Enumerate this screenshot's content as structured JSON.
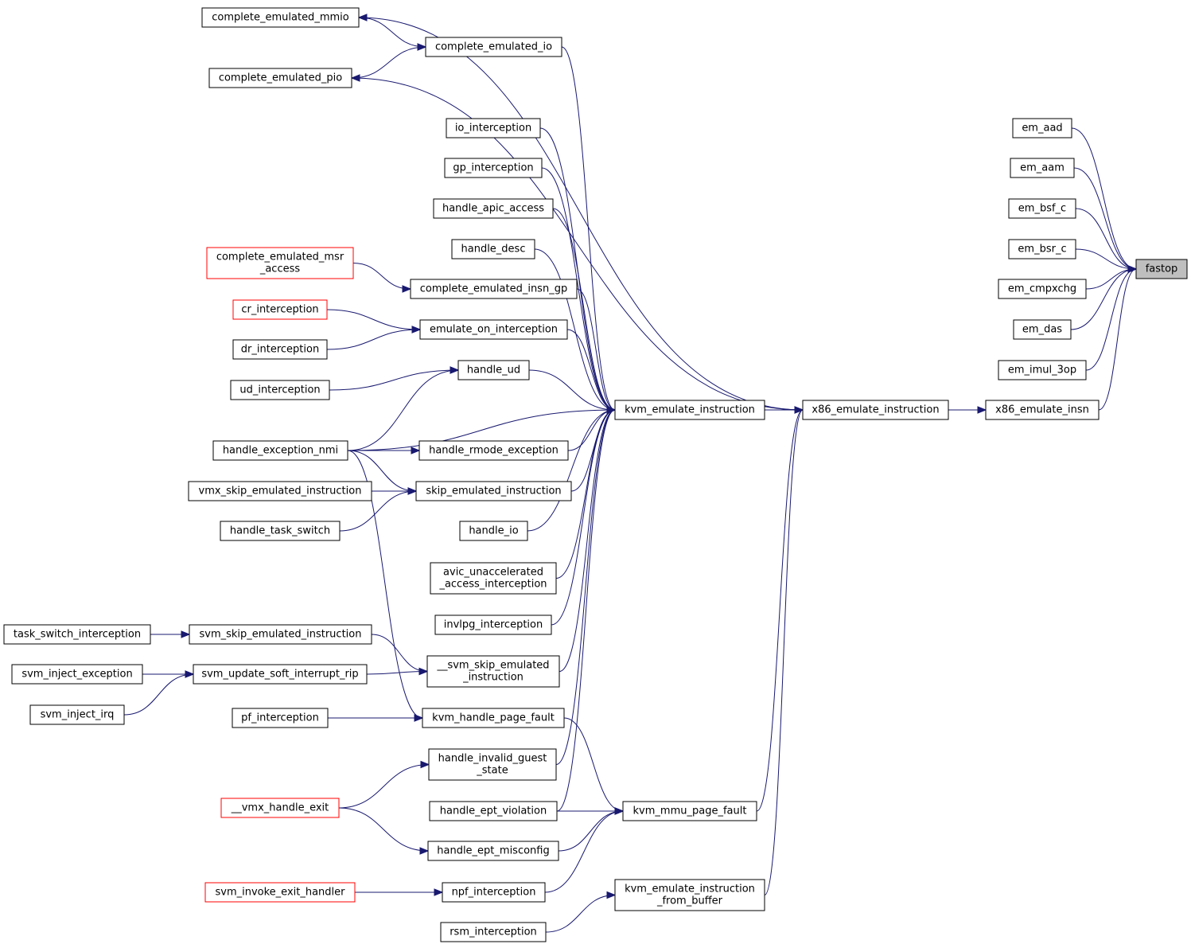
{
  "colors": {
    "edge": "#191970",
    "node_border": "#000000",
    "truncated_border": "#ff0000",
    "focus_fill": "#bfbfbf"
  },
  "nodes": {
    "fastop": {
      "label": "fastop",
      "style": "focus"
    },
    "em_aad": {
      "label": "em_aad"
    },
    "em_aam": {
      "label": "em_aam"
    },
    "em_bsf_c": {
      "label": "em_bsf_c"
    },
    "em_bsr_c": {
      "label": "em_bsr_c"
    },
    "em_cmpxchg": {
      "label": "em_cmpxchg"
    },
    "em_das": {
      "label": "em_das"
    },
    "em_imul_3op": {
      "label": "em_imul_3op"
    },
    "x86_emulate_insn": {
      "label": "x86_emulate_insn"
    },
    "x86_emulate_instruction": {
      "label": "x86_emulate_instruction"
    },
    "kvm_emulate_instruction": {
      "label": "kvm_emulate_instruction"
    },
    "complete_emulated_mmio": {
      "label": "complete_emulated_mmio"
    },
    "complete_emulated_io": {
      "label": "complete_emulated_io"
    },
    "complete_emulated_pio": {
      "label": "complete_emulated_pio"
    },
    "io_interception": {
      "label": "io_interception"
    },
    "gp_interception": {
      "label": "gp_interception"
    },
    "handle_apic_access": {
      "label": "handle_apic_access"
    },
    "handle_desc": {
      "label": "handle_desc"
    },
    "complete_emulated_msr_access": {
      "label": [
        "complete_emulated_msr",
        "_access"
      ],
      "style": "truncated"
    },
    "complete_emulated_insn_gp": {
      "label": "complete_emulated_insn_gp"
    },
    "cr_interception": {
      "label": "cr_interception",
      "style": "truncated"
    },
    "emulate_on_interception": {
      "label": "emulate_on_interception"
    },
    "dr_interception": {
      "label": "dr_interception"
    },
    "handle_ud": {
      "label": "handle_ud"
    },
    "ud_interception": {
      "label": "ud_interception"
    },
    "handle_exception_nmi": {
      "label": "handle_exception_nmi"
    },
    "handle_rmode_exception": {
      "label": "handle_rmode_exception"
    },
    "vmx_skip_emulated_instruction": {
      "label": "vmx_skip_emulated_instruction"
    },
    "skip_emulated_instruction": {
      "label": "skip_emulated_instruction"
    },
    "handle_task_switch": {
      "label": "handle_task_switch"
    },
    "handle_io": {
      "label": "handle_io"
    },
    "avic_unaccelerated_access_interception": {
      "label": [
        "avic_unaccelerated",
        "_access_interception"
      ]
    },
    "invlpg_interception": {
      "label": "invlpg_interception"
    },
    "task_switch_interception": {
      "label": "task_switch_interception"
    },
    "svm_skip_emulated_instruction": {
      "label": "svm_skip_emulated_instruction"
    },
    "__svm_skip_emulated_instruction": {
      "label": [
        "__svm_skip_emulated",
        "_instruction"
      ]
    },
    "svm_inject_exception": {
      "label": "svm_inject_exception"
    },
    "svm_update_soft_interrupt_rip": {
      "label": "svm_update_soft_interrupt_rip"
    },
    "svm_inject_irq": {
      "label": "svm_inject_irq"
    },
    "pf_interception": {
      "label": "pf_interception"
    },
    "kvm_handle_page_fault": {
      "label": "kvm_handle_page_fault"
    },
    "handle_invalid_guest_state": {
      "label": [
        "handle_invalid_guest",
        "_state"
      ]
    },
    "__vmx_handle_exit": {
      "label": "__vmx_handle_exit",
      "style": "truncated"
    },
    "handle_ept_violation": {
      "label": "handle_ept_violation"
    },
    "kvm_mmu_page_fault": {
      "label": "kvm_mmu_page_fault"
    },
    "handle_ept_misconfig": {
      "label": "handle_ept_misconfig"
    },
    "svm_invoke_exit_handler": {
      "label": "svm_invoke_exit_handler",
      "style": "truncated"
    },
    "npf_interception": {
      "label": "npf_interception"
    },
    "kvm_emulate_instruction_from_buffer": {
      "label": [
        "kvm_emulate_instruction",
        "_from_buffer"
      ]
    },
    "rsm_interception": {
      "label": "rsm_interception"
    }
  },
  "edges": [
    [
      "em_aad",
      "fastop"
    ],
    [
      "em_aam",
      "fastop"
    ],
    [
      "em_bsf_c",
      "fastop"
    ],
    [
      "em_bsr_c",
      "fastop"
    ],
    [
      "em_cmpxchg",
      "fastop"
    ],
    [
      "em_das",
      "fastop"
    ],
    [
      "em_imul_3op",
      "fastop"
    ],
    [
      "x86_emulate_insn",
      "fastop"
    ],
    [
      "x86_emulate_instruction",
      "x86_emulate_insn"
    ],
    [
      "kvm_emulate_instruction",
      "x86_emulate_instruction"
    ],
    [
      "complete_emulated_mmio",
      "complete_emulated_io"
    ],
    [
      "complete_emulated_pio",
      "complete_emulated_io"
    ],
    [
      "x86_emulate_instruction",
      "complete_emulated_mmio"
    ],
    [
      "x86_emulate_instruction",
      "complete_emulated_pio"
    ],
    [
      "complete_emulated_io",
      "kvm_emulate_instruction"
    ],
    [
      "io_interception",
      "kvm_emulate_instruction"
    ],
    [
      "gp_interception",
      "kvm_emulate_instruction"
    ],
    [
      "handle_apic_access",
      "kvm_emulate_instruction"
    ],
    [
      "handle_desc",
      "kvm_emulate_instruction"
    ],
    [
      "complete_emulated_msr_access",
      "complete_emulated_insn_gp"
    ],
    [
      "complete_emulated_insn_gp",
      "kvm_emulate_instruction"
    ],
    [
      "cr_interception",
      "emulate_on_interception"
    ],
    [
      "dr_interception",
      "emulate_on_interception"
    ],
    [
      "emulate_on_interception",
      "kvm_emulate_instruction"
    ],
    [
      "ud_interception",
      "handle_ud"
    ],
    [
      "handle_exception_nmi",
      "handle_ud"
    ],
    [
      "handle_ud",
      "kvm_emulate_instruction"
    ],
    [
      "handle_exception_nmi",
      "kvm_emulate_instruction"
    ],
    [
      "handle_exception_nmi",
      "handle_rmode_exception"
    ],
    [
      "handle_rmode_exception",
      "kvm_emulate_instruction"
    ],
    [
      "handle_exception_nmi",
      "skip_emulated_instruction"
    ],
    [
      "vmx_skip_emulated_instruction",
      "skip_emulated_instruction"
    ],
    [
      "handle_task_switch",
      "skip_emulated_instruction"
    ],
    [
      "skip_emulated_instruction",
      "kvm_emulate_instruction"
    ],
    [
      "handle_io",
      "kvm_emulate_instruction"
    ],
    [
      "avic_unaccelerated_access_interception",
      "kvm_emulate_instruction"
    ],
    [
      "invlpg_interception",
      "kvm_emulate_instruction"
    ],
    [
      "task_switch_interception",
      "svm_skip_emulated_instruction"
    ],
    [
      "svm_skip_emulated_instruction",
      "__svm_skip_emulated_instruction"
    ],
    [
      "svm_inject_exception",
      "svm_update_soft_interrupt_rip"
    ],
    [
      "svm_inject_irq",
      "svm_update_soft_interrupt_rip"
    ],
    [
      "svm_update_soft_interrupt_rip",
      "__svm_skip_emulated_instruction"
    ],
    [
      "__svm_skip_emulated_instruction",
      "kvm_emulate_instruction"
    ],
    [
      "pf_interception",
      "kvm_handle_page_fault"
    ],
    [
      "handle_exception_nmi",
      "kvm_handle_page_fault"
    ],
    [
      "kvm_handle_page_fault",
      "kvm_mmu_page_fault"
    ],
    [
      "handle_invalid_guest_state",
      "kvm_emulate_instruction"
    ],
    [
      "__vmx_handle_exit",
      "handle_invalid_guest_state"
    ],
    [
      "__vmx_handle_exit",
      "handle_ept_misconfig"
    ],
    [
      "handle_ept_violation",
      "kvm_emulate_instruction"
    ],
    [
      "handle_ept_violation",
      "kvm_mmu_page_fault"
    ],
    [
      "handle_ept_misconfig",
      "kvm_mmu_page_fault"
    ],
    [
      "kvm_mmu_page_fault",
      "x86_emulate_instruction"
    ],
    [
      "svm_invoke_exit_handler",
      "npf_interception"
    ],
    [
      "npf_interception",
      "kvm_mmu_page_fault"
    ],
    [
      "kvm_emulate_instruction_from_buffer",
      "x86_emulate_instruction"
    ],
    [
      "rsm_interception",
      "kvm_emulate_instruction_from_buffer"
    ]
  ]
}
